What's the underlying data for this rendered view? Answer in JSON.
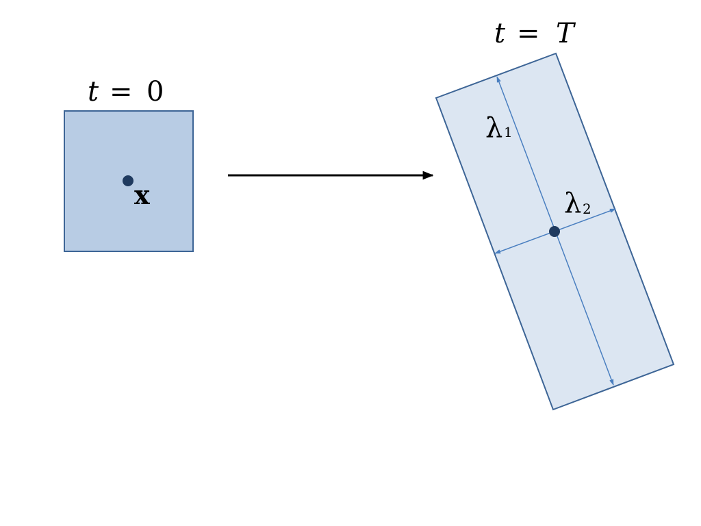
{
  "labels": {
    "time_initial": {
      "var": "t",
      "eq": "=",
      "val": "0"
    },
    "time_final": {
      "var": "t",
      "eq": "=",
      "val": "T"
    },
    "point": "x",
    "eig1": {
      "sym": "λ",
      "sub": "1"
    },
    "eig2": {
      "sym": "λ",
      "sub": "2"
    }
  },
  "colors": {
    "initial_fill": "#b8cce4",
    "final_fill": "#dce6f2",
    "border": "#3d6596",
    "axis_arrow": "#4a7fc0",
    "point": "#1f3a5f",
    "main_arrow": "#000000"
  }
}
